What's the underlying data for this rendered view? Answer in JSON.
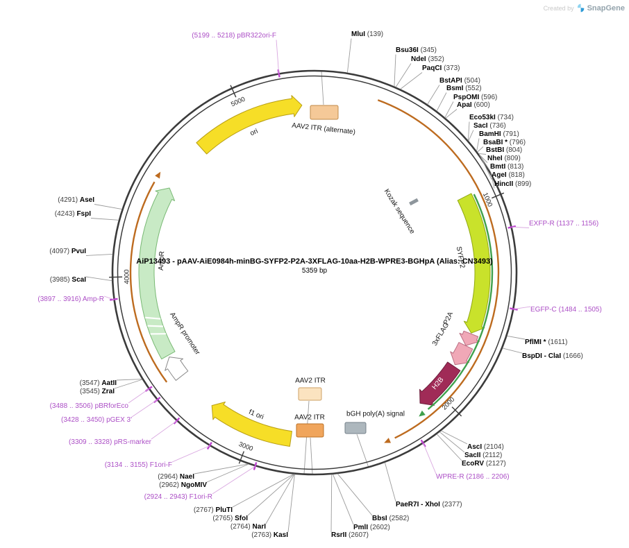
{
  "watermark": {
    "created_by": "Created by",
    "brand": "SnapGene"
  },
  "plasmid": {
    "title": "AiP13493 - pAAV-AiE0984h-minBG-SYFP2-P2A-3XFLAG-10aa-H2B-WPRE3-BGHpA (Alias: CN3493)",
    "size_label": "5359 bp"
  },
  "feature_labels": {
    "ori": "ori",
    "aav2_itr_alternate": "AAV2 ITR (alternate)",
    "kozak": "Kozak sequence",
    "syfp2": "SYFP2",
    "p2a": "P2A",
    "flag3x": "3xFLAG",
    "h2b": "H2B",
    "bgh_polya": "bGH poly(A) signal",
    "aav2_itr_a": "AAV2 ITR",
    "aav2_itr_b": "AAV2 ITR",
    "f1_ori": "f1 ori",
    "ampr": "AmpR",
    "ampr_promoter": "AmpR promoter"
  },
  "map": {
    "length_bp": 5359,
    "scale_ticks": [
      {
        "bp": 1000,
        "label": "1000"
      },
      {
        "bp": 2000,
        "label": "2000"
      },
      {
        "bp": 3000,
        "label": "3000"
      },
      {
        "bp": 4000,
        "label": "4000"
      },
      {
        "bp": 5000,
        "label": "5000"
      }
    ],
    "features": [
      {
        "id": "ori",
        "kind": "band",
        "start": 4730,
        "end": 5295,
        "color": "#F6DE27",
        "outline": "#B89E13"
      },
      {
        "id": "syfp2",
        "kind": "band",
        "start": 941,
        "end": 1654,
        "color": "#C9E22B",
        "outline": "#90A812"
      },
      {
        "id": "p2a",
        "kind": "band",
        "start": 1658,
        "end": 1723,
        "color": "#F0A8B7",
        "outline": "#BA6E82"
      },
      {
        "id": "3xflag",
        "kind": "band",
        "start": 1724,
        "end": 1835,
        "color": "#F0A8B7",
        "outline": "#BA6E82"
      },
      {
        "id": "h2b",
        "kind": "band",
        "start": 1845,
        "end": 2100,
        "color": "#A02B57",
        "outline": "#6B1C3A"
      },
      {
        "id": "f1-ori",
        "kind": "band",
        "start": 2800,
        "end": 3240,
        "color": "#F6DE27",
        "outline": "#B89E13"
      },
      {
        "id": "ampr-promoter",
        "kind": "band",
        "start": 3455,
        "end": 3570,
        "color": "#FFFFFF",
        "outline": "#8A8A8A"
      },
      {
        "id": "ampr",
        "kind": "band",
        "start": 3580,
        "end": 4470,
        "color": "#C8EAC5",
        "outline": "#79B974"
      },
      {
        "id": "cassette-region",
        "kind": "thin",
        "start": 300,
        "end": 2320,
        "r": 265,
        "color": "#BD6B1F"
      },
      {
        "id": "transcript-region",
        "kind": "thin",
        "start": 950,
        "end": 2115,
        "r": 256,
        "color": "#3FA04C"
      },
      {
        "id": "ampr-region",
        "kind": "thin",
        "start": 3475,
        "end": 4485,
        "r": 265,
        "color": "#BD6B1F"
      }
    ]
  },
  "sites": [
    {
      "name": "MluI",
      "pos": "(139)",
      "bp": 139
    },
    {
      "name": "Bsu36I",
      "pos": "(345)",
      "bp": 345
    },
    {
      "name": "NdeI",
      "pos": "(352)",
      "bp": 352
    },
    {
      "name": "PaqCI",
      "pos": "(373)",
      "bp": 373
    },
    {
      "name": "BstAPI",
      "pos": "(504)",
      "bp": 504
    },
    {
      "name": "BsmI",
      "pos": "(552)",
      "bp": 552
    },
    {
      "name": "PspOMI",
      "pos": "(596)",
      "bp": 596
    },
    {
      "name": "ApaI",
      "pos": "(600)",
      "bp": 600
    },
    {
      "name": "Eco53kI",
      "pos": "(734)",
      "bp": 734
    },
    {
      "name": "SacI",
      "pos": "(736)",
      "bp": 736
    },
    {
      "name": "BamHI",
      "pos": "(791)",
      "bp": 791
    },
    {
      "name": "BsaBI *",
      "pos": "(796)",
      "bp": 796
    },
    {
      "name": "BstBI",
      "pos": "(804)",
      "bp": 804
    },
    {
      "name": "NheI",
      "pos": "(809)",
      "bp": 809
    },
    {
      "name": "BmtI",
      "pos": "(813)",
      "bp": 813
    },
    {
      "name": "AgeI",
      "pos": "(818)",
      "bp": 818
    },
    {
      "name": "HincII",
      "pos": "(899)",
      "bp": 899
    },
    {
      "name": "PflMI *",
      "pos": "(1611)",
      "bp": 1611
    },
    {
      "name": "BspDI - ClaI",
      "pos": "(1666)",
      "bp": 1666
    },
    {
      "name": "AscI",
      "pos": "(2104)",
      "bp": 2104
    },
    {
      "name": "SacII",
      "pos": "(2112)",
      "bp": 2112
    },
    {
      "name": "EcoRV",
      "pos": "(2127)",
      "bp": 2127
    },
    {
      "name": "PaeR7I - XhoI",
      "pos": "(2377)",
      "bp": 2377
    },
    {
      "name": "BbsI",
      "pos": "(2582)",
      "bp": 2582
    },
    {
      "name": "PmlI",
      "pos": "(2602)",
      "bp": 2602
    },
    {
      "name": "RsrII",
      "pos": "(2607)",
      "bp": 2607
    },
    {
      "name": "KasI",
      "pos": "(2763)",
      "bp": 2763
    },
    {
      "name": "NarI",
      "pos": "(2764)",
      "bp": 2764
    },
    {
      "name": "SfoI",
      "pos": "(2765)",
      "bp": 2765
    },
    {
      "name": "PluTI",
      "pos": "(2767)",
      "bp": 2767
    },
    {
      "name": "NgoMIV",
      "pos": "(2962)",
      "bp": 2962
    },
    {
      "name": "NaeI",
      "pos": "(2964)",
      "bp": 2964
    },
    {
      "name": "ZraI",
      "pos": "(3545)",
      "bp": 3545
    },
    {
      "name": "AatII",
      "pos": "(3547)",
      "bp": 3547
    },
    {
      "name": "ScaI",
      "pos": "(3985)",
      "bp": 3985
    },
    {
      "name": "PvuI",
      "pos": "(4097)",
      "bp": 4097
    },
    {
      "name": "FspI",
      "pos": "(4243)",
      "bp": 4243
    },
    {
      "name": "AseI",
      "pos": "(4291)",
      "bp": 4291
    }
  ],
  "primers": [
    {
      "name": "pBR322ori-F",
      "pos": "(5199 .. 5218)",
      "bp": 5208
    },
    {
      "name": "EXFP-R",
      "pos": "(1137 .. 1156)",
      "bp": 1146
    },
    {
      "name": "EGFP-C",
      "pos": "(1484 .. 1505)",
      "bp": 1494
    },
    {
      "name": "WPRE-R",
      "pos": "(2186 .. 2206)",
      "bp": 2196
    },
    {
      "name": "F1ori-R",
      "pos": "(2924 .. 2943)",
      "bp": 2933
    },
    {
      "name": "F1ori-F",
      "pos": "(3134 .. 3155)",
      "bp": 3144
    },
    {
      "name": "pRS-marker",
      "pos": "(3309 .. 3328)",
      "bp": 3318
    },
    {
      "name": "pGEX 3'",
      "pos": "(3428 .. 3450)",
      "bp": 3439
    },
    {
      "name": "pBRforEco",
      "pos": "(3488 .. 3506)",
      "bp": 3497
    },
    {
      "name": "Amp-R",
      "pos": "(3897 .. 3916)",
      "bp": 3906
    }
  ]
}
